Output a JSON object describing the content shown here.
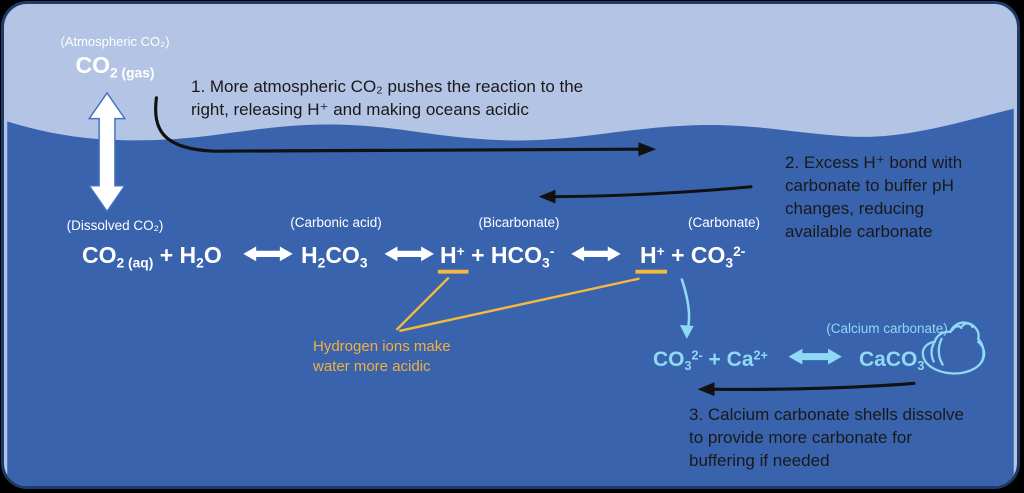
{
  "diagram_title": "Ocean carbon dioxide buffering diagram",
  "colors": {
    "sky": "#b4c4e4",
    "ocean": "#3a63ae",
    "panel_border": "#1e3a66",
    "white_text": "#ffffff",
    "black_text": "#191919",
    "gold_text": "#f0af45",
    "gold_line": "#f6b93f",
    "light_blue": "#8ed9f4"
  },
  "sky_section": {
    "atmospheric_label": "(Atmospheric CO₂)",
    "co2_gas_formula": [
      {
        "t": "CO"
      },
      {
        "t": "2",
        "s": "sub"
      },
      {
        "t": " (gas)",
        "s": "sub"
      }
    ]
  },
  "ocean_section": {
    "dissolved_label": "(Dissolved CO₂)",
    "labels": {
      "carbonic_acid": "(Carbonic acid)",
      "bicarbonate": "(Bicarbonate)",
      "carbonate": "(Carbonate)",
      "calcium_carbonate": "(Calcium carbonate)"
    },
    "main_equation": {
      "term1": [
        {
          "t": "CO"
        },
        {
          "t": "2",
          "s": "sub"
        },
        {
          "t": " (aq)",
          "s": "sub"
        },
        {
          "t": " + H"
        },
        {
          "t": "2",
          "s": "sub"
        },
        {
          "t": "O"
        }
      ],
      "term2": [
        {
          "t": "H"
        },
        {
          "t": "2",
          "s": "sub"
        },
        {
          "t": "CO"
        },
        {
          "t": "3",
          "s": "sub"
        }
      ],
      "term3": [
        {
          "t": "H"
        },
        {
          "t": "+",
          "s": "sup"
        },
        {
          "t": " + HCO"
        },
        {
          "t": "3",
          "s": "sub"
        },
        {
          "t": "-",
          "s": "sup"
        }
      ],
      "term4": [
        {
          "t": "H"
        },
        {
          "t": "+",
          "s": "sup"
        },
        {
          "t": " + CO"
        },
        {
          "t": "3",
          "s": "sub"
        },
        {
          "t": "2-",
          "s": "sup"
        }
      ]
    },
    "carbonate_equation": {
      "term1": [
        {
          "t": "CO"
        },
        {
          "t": "3",
          "s": "sub"
        },
        {
          "t": "2-",
          "s": "sup"
        },
        {
          "t": " + Ca"
        },
        {
          "t": "2+",
          "s": "sup"
        }
      ],
      "term2": [
        {
          "t": "CaCO"
        },
        {
          "t": "3",
          "s": "sub"
        }
      ]
    }
  },
  "annotations": {
    "note1": {
      "lines": [
        "1. More atmospheric CO₂ pushes the reaction to the",
        "right, releasing H⁺ and making oceans acidic"
      ]
    },
    "note2": {
      "lines": [
        "2. Excess H⁺ bond with",
        "carbonate to buffer pH",
        "changes, reducing",
        "available carbonate"
      ]
    },
    "note3": {
      "lines": [
        "3. Calcium carbonate shells dissolve",
        "to provide more carbonate for",
        "buffering if needed"
      ]
    },
    "hydrogen_note": {
      "lines": [
        "Hydrogen ions make",
        "water more acidic"
      ]
    }
  },
  "icons": {
    "shell": "sea-snail-shell",
    "exchange_arrow": "white-double-headed-arrow",
    "equilibrium_arrow": "double-headed-reaction-arrow"
  }
}
